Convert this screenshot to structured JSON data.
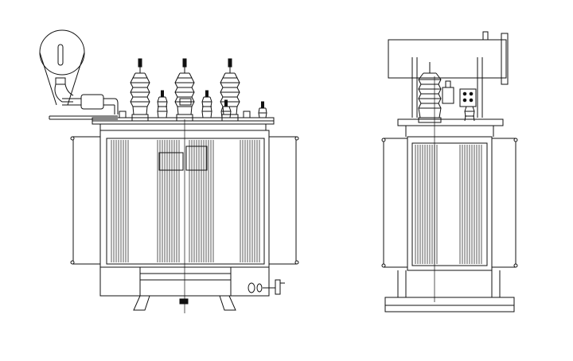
{
  "drawing": {
    "colors": {
      "line": "#111111",
      "background": "#ffffff"
    },
    "views": [
      {
        "id": "front-elevation"
      },
      {
        "id": "side-elevation"
      }
    ],
    "front": {
      "hv_bushing_count": 3,
      "lv_bushing_count": 4,
      "radiator_bank_count": 2
    },
    "side": {
      "hv_bushing_count": 1
    }
  }
}
